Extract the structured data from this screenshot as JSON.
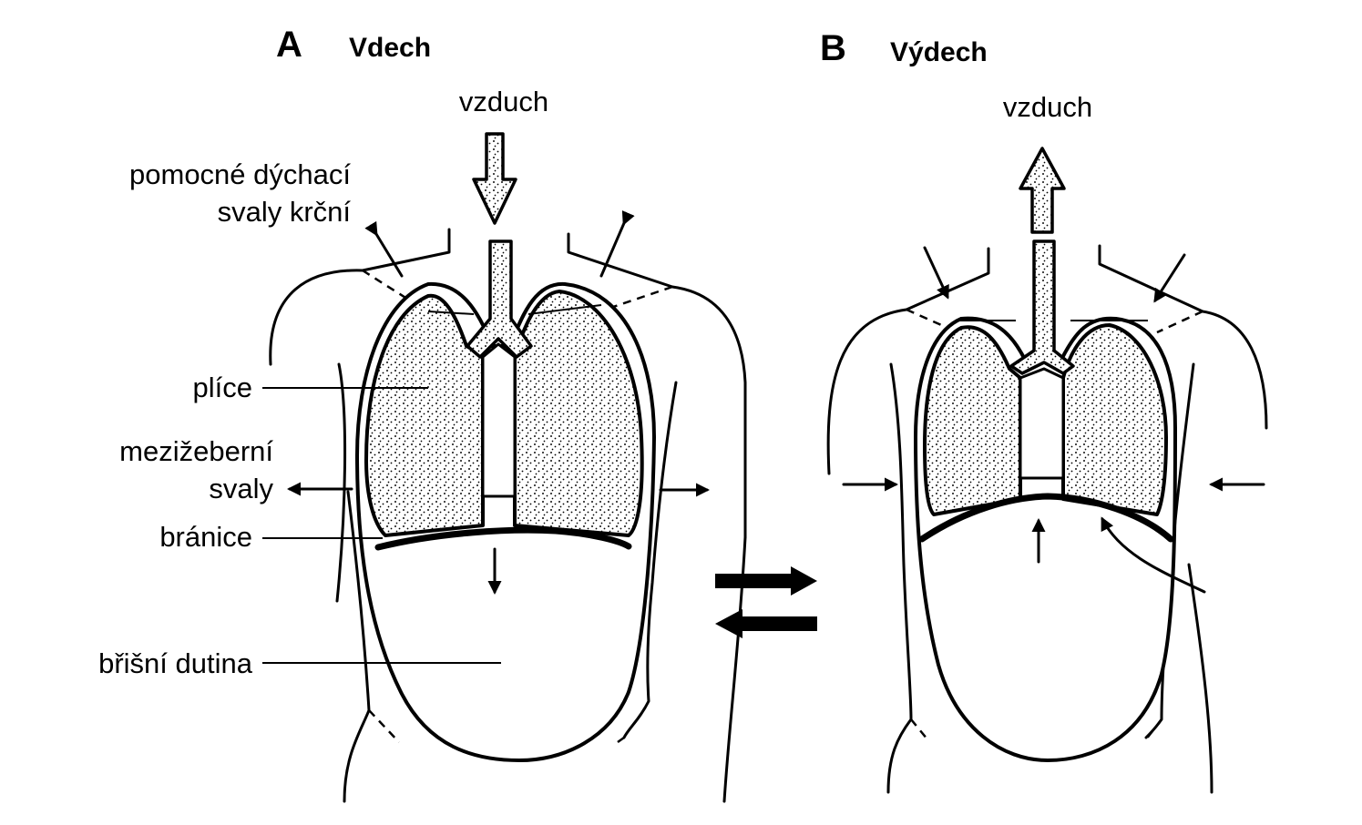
{
  "panel_a": {
    "letter": "A",
    "title": "Vdech",
    "air_label": "vzduch",
    "labels": {
      "neck_muscles_line1": "pomocné dýchací",
      "neck_muscles_line2": "svaly krční",
      "lungs": "plíce",
      "intercostal_line1": "mezižeberní",
      "intercostal_line2": "svaly",
      "diaphragm": "bránice",
      "abdominal_cavity": "břišní dutina"
    }
  },
  "panel_b": {
    "letter": "B",
    "title": "Výdech",
    "air_label": "vzduch"
  },
  "icons": {
    "air_in": "down-arrow-icon",
    "air_out": "up-arrow-icon",
    "cycle": "reversible-arrows-icon"
  },
  "colors": {
    "ink": "#000000",
    "background": "#ffffff"
  }
}
